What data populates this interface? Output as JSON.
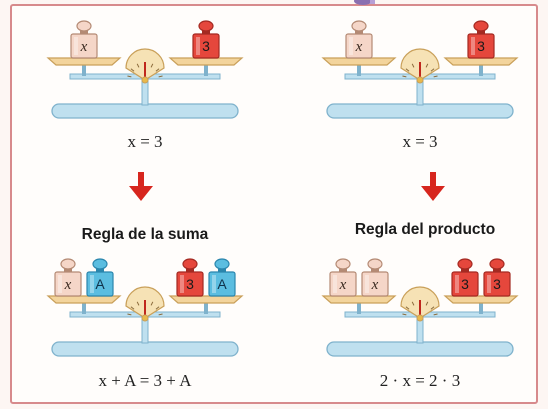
{
  "panels": [
    {
      "id": "top-left",
      "title": "",
      "equation": "x = 3",
      "left_weights": [
        {
          "label": "x",
          "style": "tan"
        }
      ],
      "right_weights": [
        {
          "label": "3",
          "style": "red"
        }
      ]
    },
    {
      "id": "top-right",
      "title": "",
      "equation": "x = 3",
      "left_weights": [
        {
          "label": "x",
          "style": "tan"
        }
      ],
      "right_weights": [
        {
          "label": "3",
          "style": "red"
        }
      ]
    },
    {
      "id": "bottom-left",
      "title": "Regla de la suma",
      "equation": "x + A = 3 + A",
      "left_weights": [
        {
          "label": "x",
          "style": "tan"
        },
        {
          "label": "A",
          "style": "blue"
        }
      ],
      "right_weights": [
        {
          "label": "3",
          "style": "red"
        },
        {
          "label": "A",
          "style": "blue"
        }
      ]
    },
    {
      "id": "bottom-right",
      "title": "Regla del producto",
      "equation": "2 · x = 2 · 3",
      "left_weights": [
        {
          "label": "x",
          "style": "tan"
        },
        {
          "label": "x",
          "style": "tan"
        }
      ],
      "right_weights": [
        {
          "label": "3",
          "style": "red"
        },
        {
          "label": "3",
          "style": "red"
        }
      ]
    }
  ],
  "colors": {
    "frame_border": "#d78a8c",
    "arrow": "#d7261e",
    "pan": "#f3d49c",
    "pan_edge": "#c9a05a",
    "base": "#bfe0ef",
    "base_edge": "#7fb2cc",
    "tan_body": "#f5d6c8",
    "tan_edge": "#b48a74",
    "red_body": "#e5473c",
    "red_edge": "#a42a22",
    "blue_body": "#5bbde0",
    "blue_edge": "#2b86ad"
  }
}
